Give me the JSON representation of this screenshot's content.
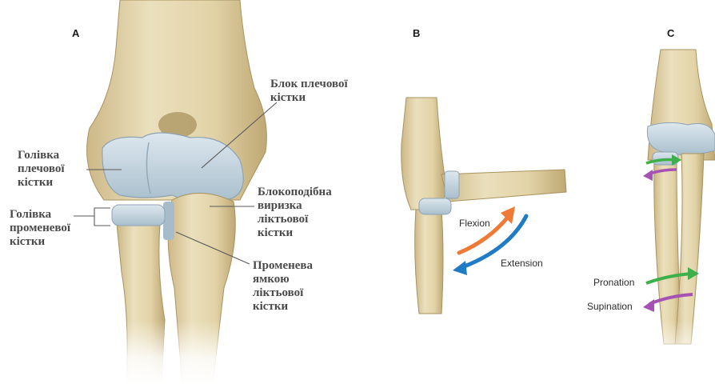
{
  "panels": {
    "a": "A",
    "b": "B",
    "c": "C"
  },
  "labels": {
    "humerus_trochlea": "Блок плечової\nкістки",
    "capitulum": "Голівка\nплечової\nкістки",
    "trochlear_notch": "Блокоподібна\nвиризка\nліктьової\nкістки",
    "radial_head": "Голівка\nпроменевої\nкістки",
    "radial_notch": "Променева\nямкою\nліктьової\nкістки"
  },
  "motions": {
    "flexion": "Flexion",
    "extension": "Extension",
    "pronation": "Pronation",
    "supination": "Supination"
  },
  "colors": {
    "bone": "#e4d6ab",
    "bone_shadow": "#c7b27e",
    "cartilage": "#c4d4de",
    "flexion_arrow": "#ee7a36",
    "extension_arrow": "#1f7cc4",
    "pronation_arrow": "#3db04b",
    "supination_arrow": "#a651b4"
  }
}
